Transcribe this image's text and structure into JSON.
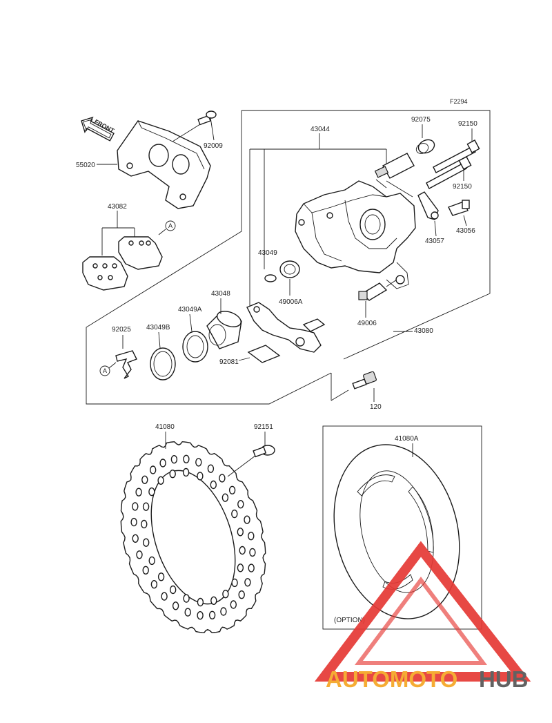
{
  "diagram_code": "F2294",
  "front_label": "FRONT",
  "option_label": "(OPTION)",
  "ref_marker": "A",
  "watermark": {
    "text_part1": "AUTOMOTO",
    "text_part2": "HUB",
    "color1": "#f5a623",
    "color2": "#555555",
    "triangle_color": "#e53935"
  },
  "parts": {
    "p55020": "55020",
    "p92009": "92009",
    "p43044": "43044",
    "p92075": "92075",
    "p92150a": "92150",
    "p92150b": "92150",
    "p43082": "43082",
    "p43049": "43049",
    "p49006a": "49006A",
    "p43057": "43057",
    "p43056": "43056",
    "p43048": "43048",
    "p43049a": "43049A",
    "p92025": "92025",
    "p43049b": "43049B",
    "p92081": "92081",
    "p49006": "49006",
    "p43080": "43080",
    "p120": "120",
    "p41080": "41080",
    "p92151": "92151",
    "p41080a": "41080A"
  }
}
